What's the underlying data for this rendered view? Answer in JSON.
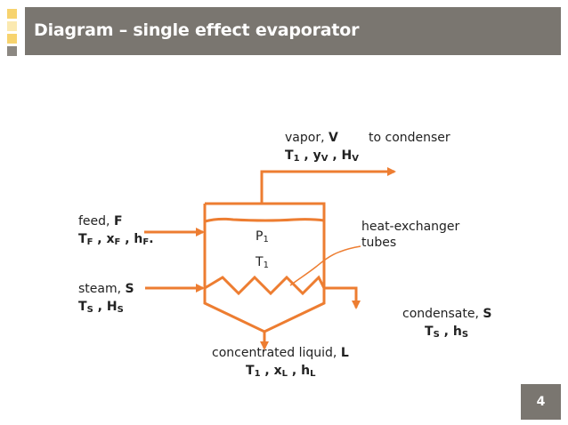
{
  "slide": {
    "title": "Diagram – single effect evaporator",
    "page_number": "4"
  },
  "colors": {
    "accent": "#ed7d31",
    "title_bar": "#7a7670",
    "square_top": "#f7d36e",
    "square_mid": "#fbe9b0",
    "square_bottom": "#8c8882"
  },
  "labels": {
    "vapor": {
      "name": "vapor, ",
      "symbol": "V",
      "dest": "to condenser",
      "props": [
        "T",
        "1",
        " , y",
        "V",
        " , H",
        "V"
      ]
    },
    "feed": {
      "name": "feed, ",
      "symbol": "F",
      "props": [
        "T",
        "F",
        " , x",
        "F",
        " , h",
        "F",
        "."
      ]
    },
    "steam": {
      "name": "steam, ",
      "symbol": "S",
      "props": [
        "T",
        "S",
        " , H",
        "S"
      ]
    },
    "p1": [
      "P",
      "1"
    ],
    "t1": [
      "T",
      "1"
    ],
    "tubes": [
      "heat-exchanger",
      "tubes"
    ],
    "condensate": {
      "name": "condensate, ",
      "symbol": "S",
      "props": [
        "T",
        "S",
        " , h",
        "S"
      ]
    },
    "liquid": {
      "name": "concentrated liquid, ",
      "symbol": "L",
      "props": [
        "T",
        "1",
        " , x",
        "L",
        " , h",
        "L"
      ]
    }
  }
}
